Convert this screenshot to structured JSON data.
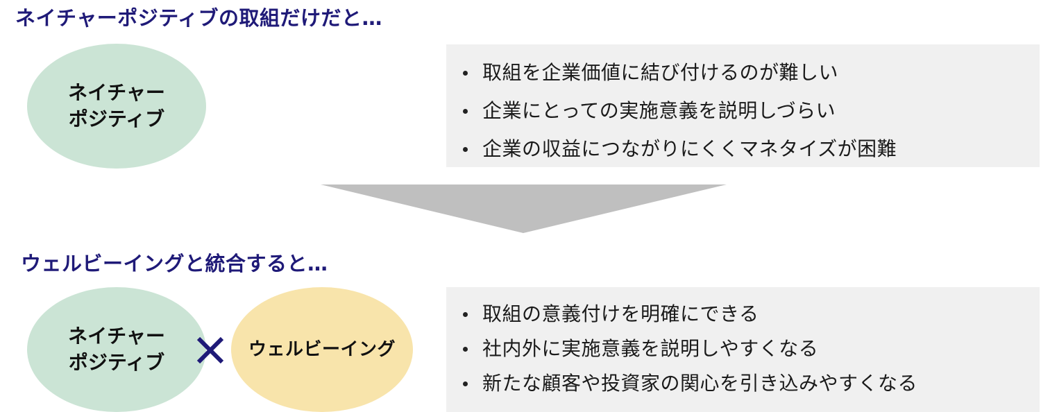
{
  "section_before": {
    "heading": "ネイチャーポジティブの取組だけだと…",
    "ellipse": {
      "line1": "ネイチャー",
      "line2": "ポジティブ"
    },
    "bullets": [
      "取組を企業価値に結び付けるのが難しい",
      "企業にとっての実施意義を説明しづらい",
      "企業の収益につながりにくくマネタイズが困難"
    ]
  },
  "section_after": {
    "heading": "ウェルビーイングと統合すると…",
    "ellipse_left": {
      "line1": "ネイチャー",
      "line2": "ポジティブ"
    },
    "ellipse_right": {
      "label": "ウェルビーイング"
    },
    "bullets": [
      "取組の意義付けを明確にできる",
      "社内外に実施意義を説明しやすくなる",
      "新たな顧客や投資家の関心を引き込みやすくなる"
    ]
  },
  "colors": {
    "heading": "#1f1a78",
    "ellipse_green": "#cbe4d5",
    "ellipse_yellow": "#f8e4ab",
    "panel": "#f0f0f0",
    "arrow": "#bfbfbf",
    "times": "#1f1a78"
  },
  "icons": {
    "combine": "times-icon",
    "transition": "down-arrow-icon"
  }
}
